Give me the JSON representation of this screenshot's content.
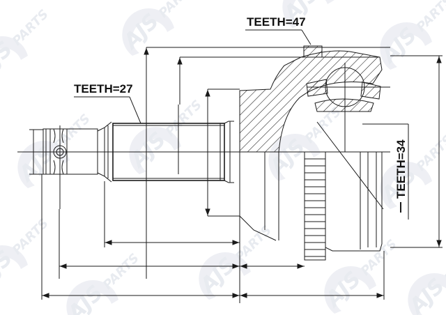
{
  "drawing": {
    "subject": "CV joint outer (drive shaft) technical drawing",
    "watermark": "AJS PARTS",
    "colors": {
      "line": "#1a1a1a",
      "watermark": "#e6e9ef",
      "background": "#ffffff"
    },
    "labels": {
      "teeth_outer": "TEETH=47",
      "teeth_shaft": "TEETH=27",
      "teeth_abs": "TEETH=34"
    }
  }
}
